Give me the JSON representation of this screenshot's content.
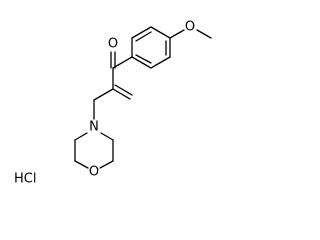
{
  "molecule": {
    "atoms": {
      "ketone_oxygen": "O",
      "methoxy_oxygen": "O",
      "morpholine_nitrogen": "N",
      "morpholine_oxygen": "O"
    },
    "salt": "HCl"
  }
}
